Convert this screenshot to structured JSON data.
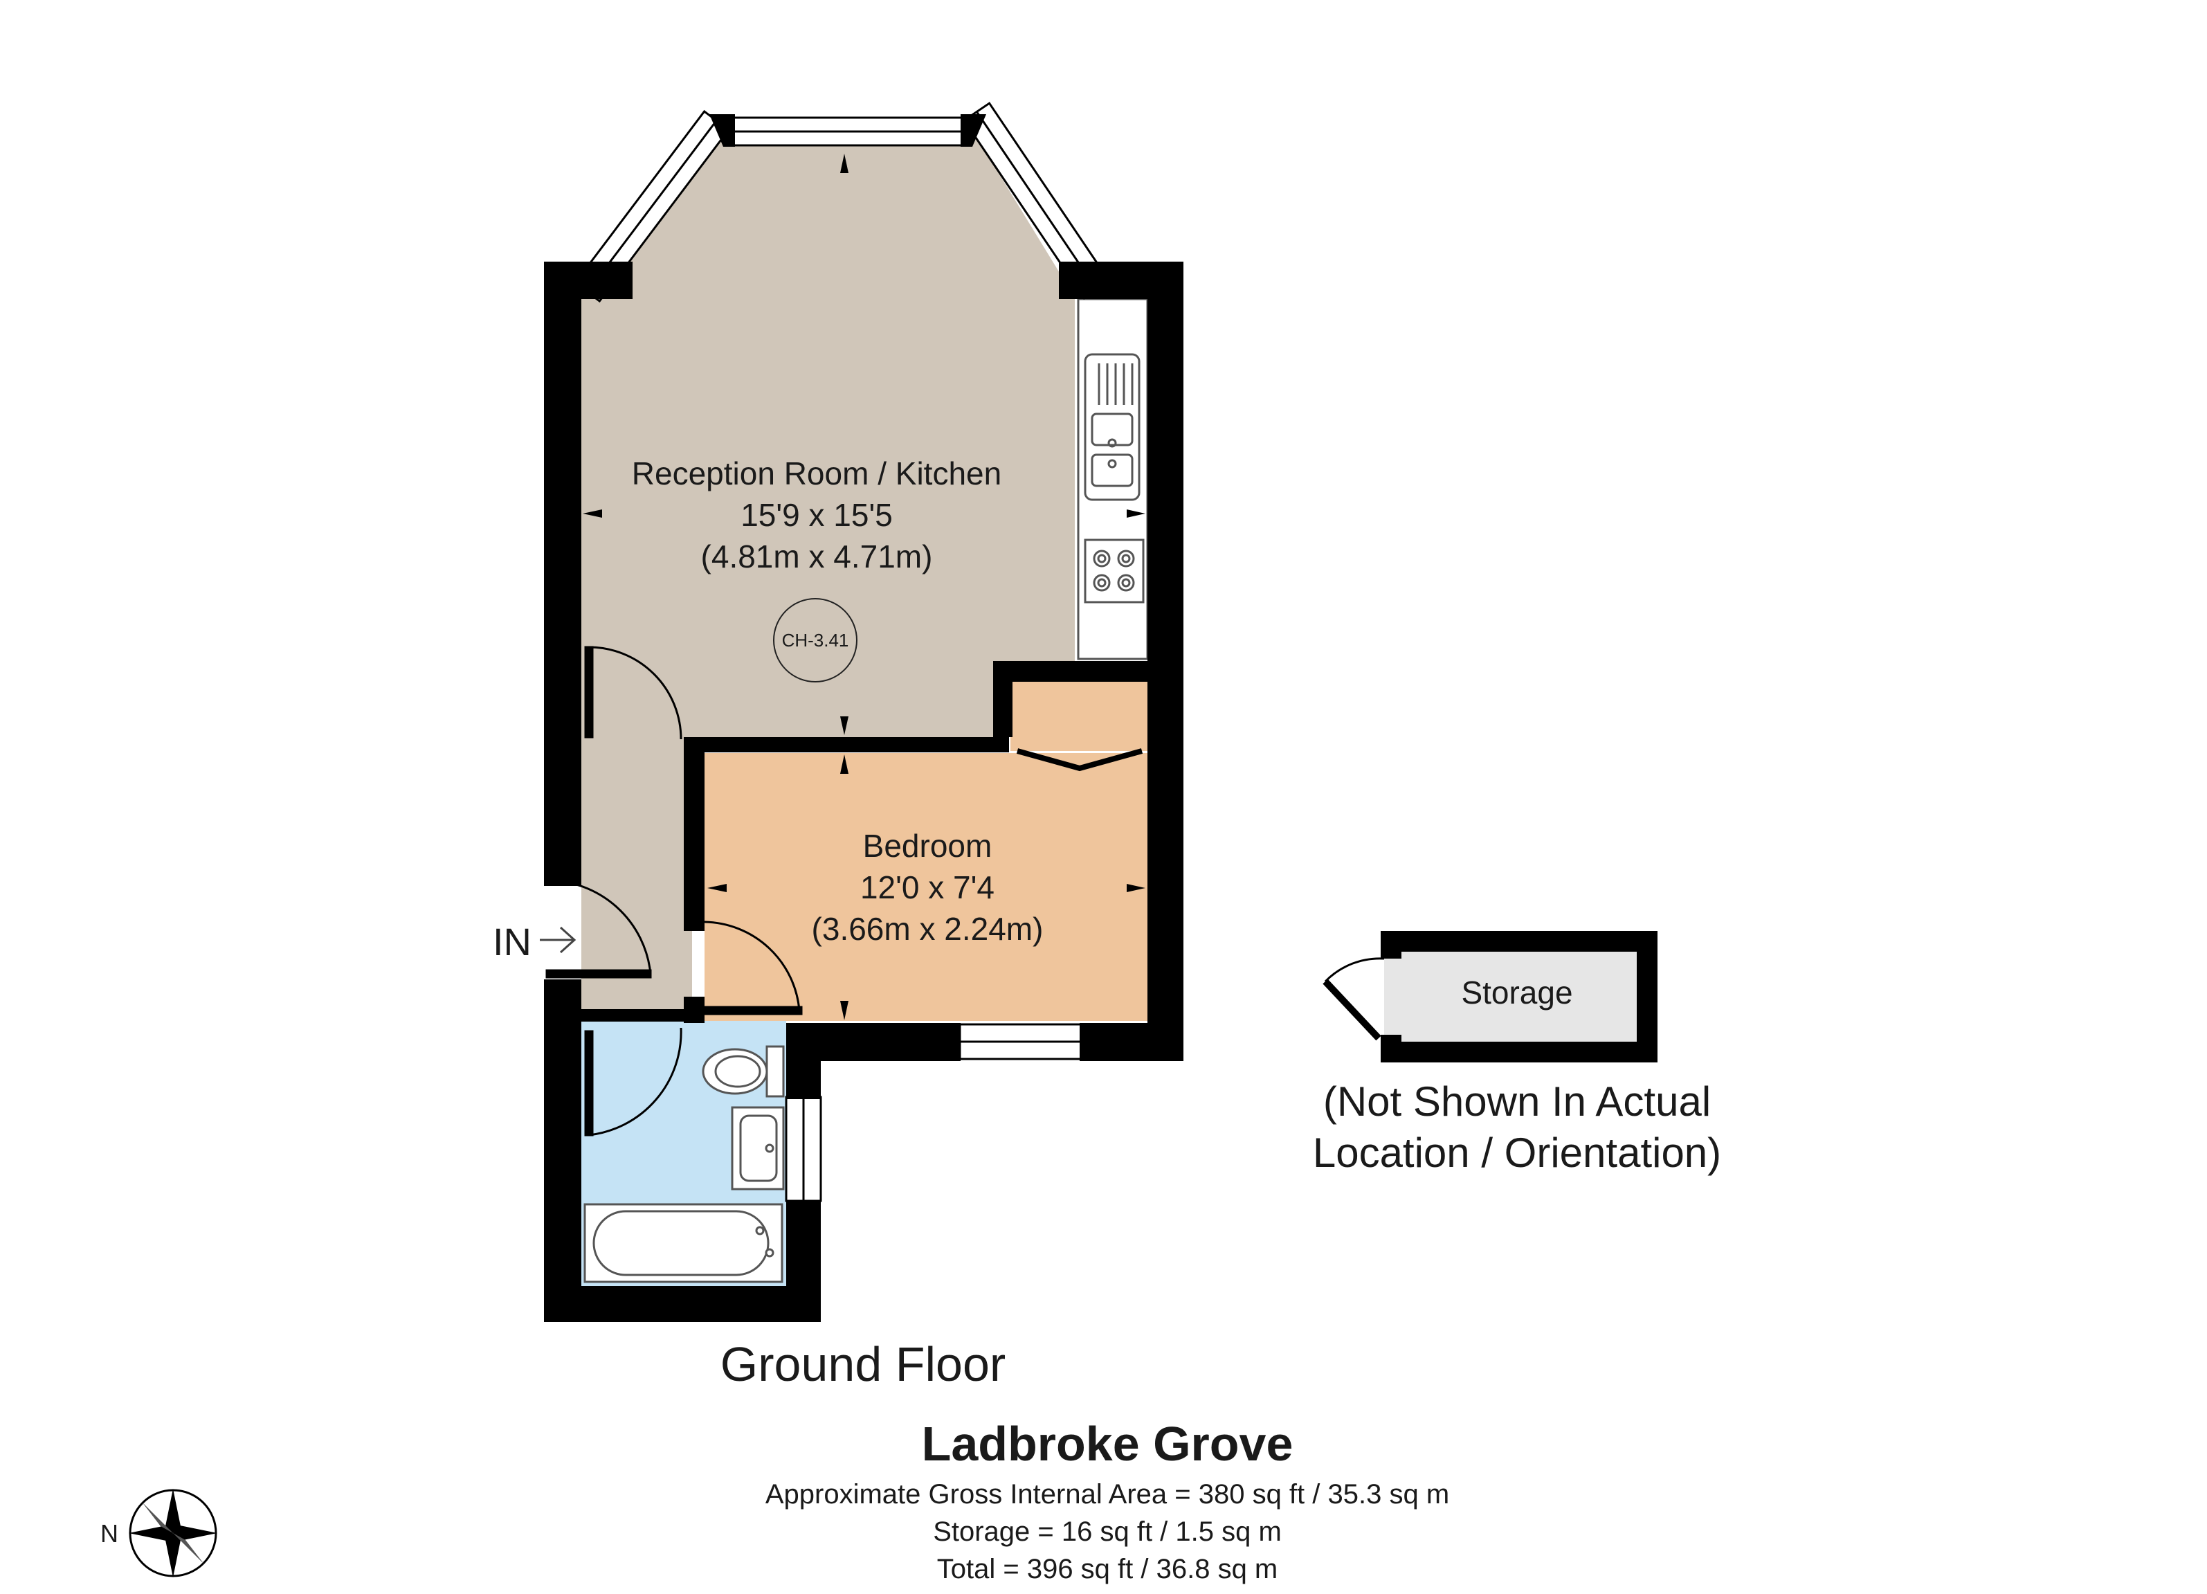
{
  "rooms": {
    "reception": {
      "name": "Reception Room / Kitchen",
      "size_imperial": "15'9 x 15'5",
      "size_metric": "(4.81m x 4.71m)",
      "ceiling_height": "CH-3.41"
    },
    "bedroom": {
      "name": "Bedroom",
      "size_imperial": "12'0 x 7'4",
      "size_metric": "(3.66m x 2.24m)"
    },
    "storage": {
      "name": "Storage",
      "note_line1": "(Not Shown In Actual",
      "note_line2": "Location / Orientation)"
    }
  },
  "entrance_label": "IN",
  "floor_label": "Ground Floor",
  "property": {
    "name": "Ladbroke Grove",
    "gross_area": "Approximate Gross Internal Area = 380 sq ft / 35.3 sq m",
    "storage_area": "Storage = 16 sq ft / 1.5 sq m",
    "total_area": "Total = 396 sq ft / 36.8 sq m"
  },
  "compass": {
    "label": "N",
    "icon": "compass-rose-icon"
  },
  "colors": {
    "reception_fill": "#d0c6b9",
    "bedroom_fill": "#efc59c",
    "bathroom_fill": "#c5e3f5",
    "storage_fill": "#e6e6e6",
    "walls": "#000000"
  }
}
